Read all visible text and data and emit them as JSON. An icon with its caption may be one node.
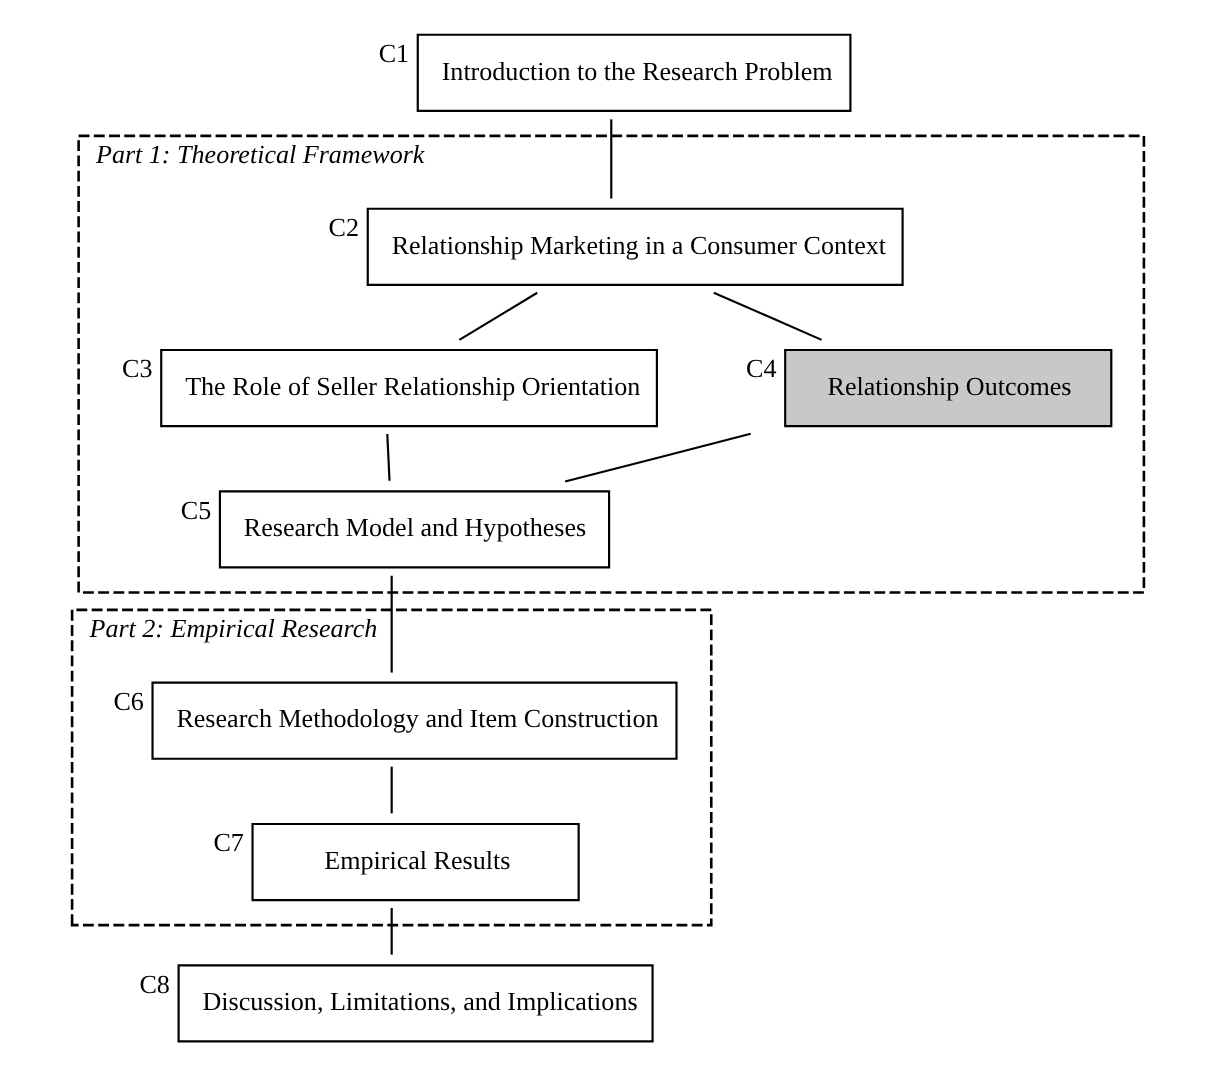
{
  "diagram": {
    "nodes": [
      {
        "text": [
          "Introduction to the Research Problem"
        ],
        "beside": [
          "C1"
        ]
      },
      {
        "text": [
          "Part 1: Theoretical Framework"
        ]
      },
      {
        "text": [
          "Relationship Marketing in a Consumer Context"
        ],
        "beside": [
          "C2"
        ],
        "in": 1
      },
      {
        "text": [
          "The Role of Seller Relationship Orientation"
        ],
        "beside": [
          "C3"
        ],
        "in": 1
      },
      {
        "text": [
          "Relationship Outcomes"
        ],
        "beside": [
          "C4"
        ],
        "in": 1
      },
      {
        "text": [
          "Research Model and Hypotheses"
        ],
        "beside": [
          "C5"
        ],
        "in": 1
      },
      {
        "text": [
          "Part 2: Empirical Research"
        ]
      },
      {
        "text": [
          "Research Methodology and Item Construction"
        ],
        "beside": [
          "C6"
        ],
        "in": 6
      },
      {
        "text": [
          "Empirical Results"
        ],
        "beside": [
          "C7"
        ],
        "in": 6
      },
      {
        "text": [
          "Discussion, Limitations, and Implications"
        ],
        "beside": [
          "C8"
        ]
      }
    ],
    "edges": [
      {
        "from": 0,
        "to": 2,
        "arrow": "none"
      },
      {
        "from": 2,
        "to": 3,
        "arrow": "none"
      },
      {
        "from": 2,
        "to": 4,
        "arrow": "none"
      },
      {
        "from": 3,
        "to": 5,
        "arrow": "none"
      },
      {
        "from": 4,
        "to": 5,
        "arrow": "none"
      },
      {
        "from": 5,
        "to": 7,
        "arrow": "none"
      },
      {
        "from": 7,
        "to": 8,
        "arrow": "none"
      },
      {
        "from": 8,
        "to": 9,
        "arrow": "none"
      }
    ]
  }
}
